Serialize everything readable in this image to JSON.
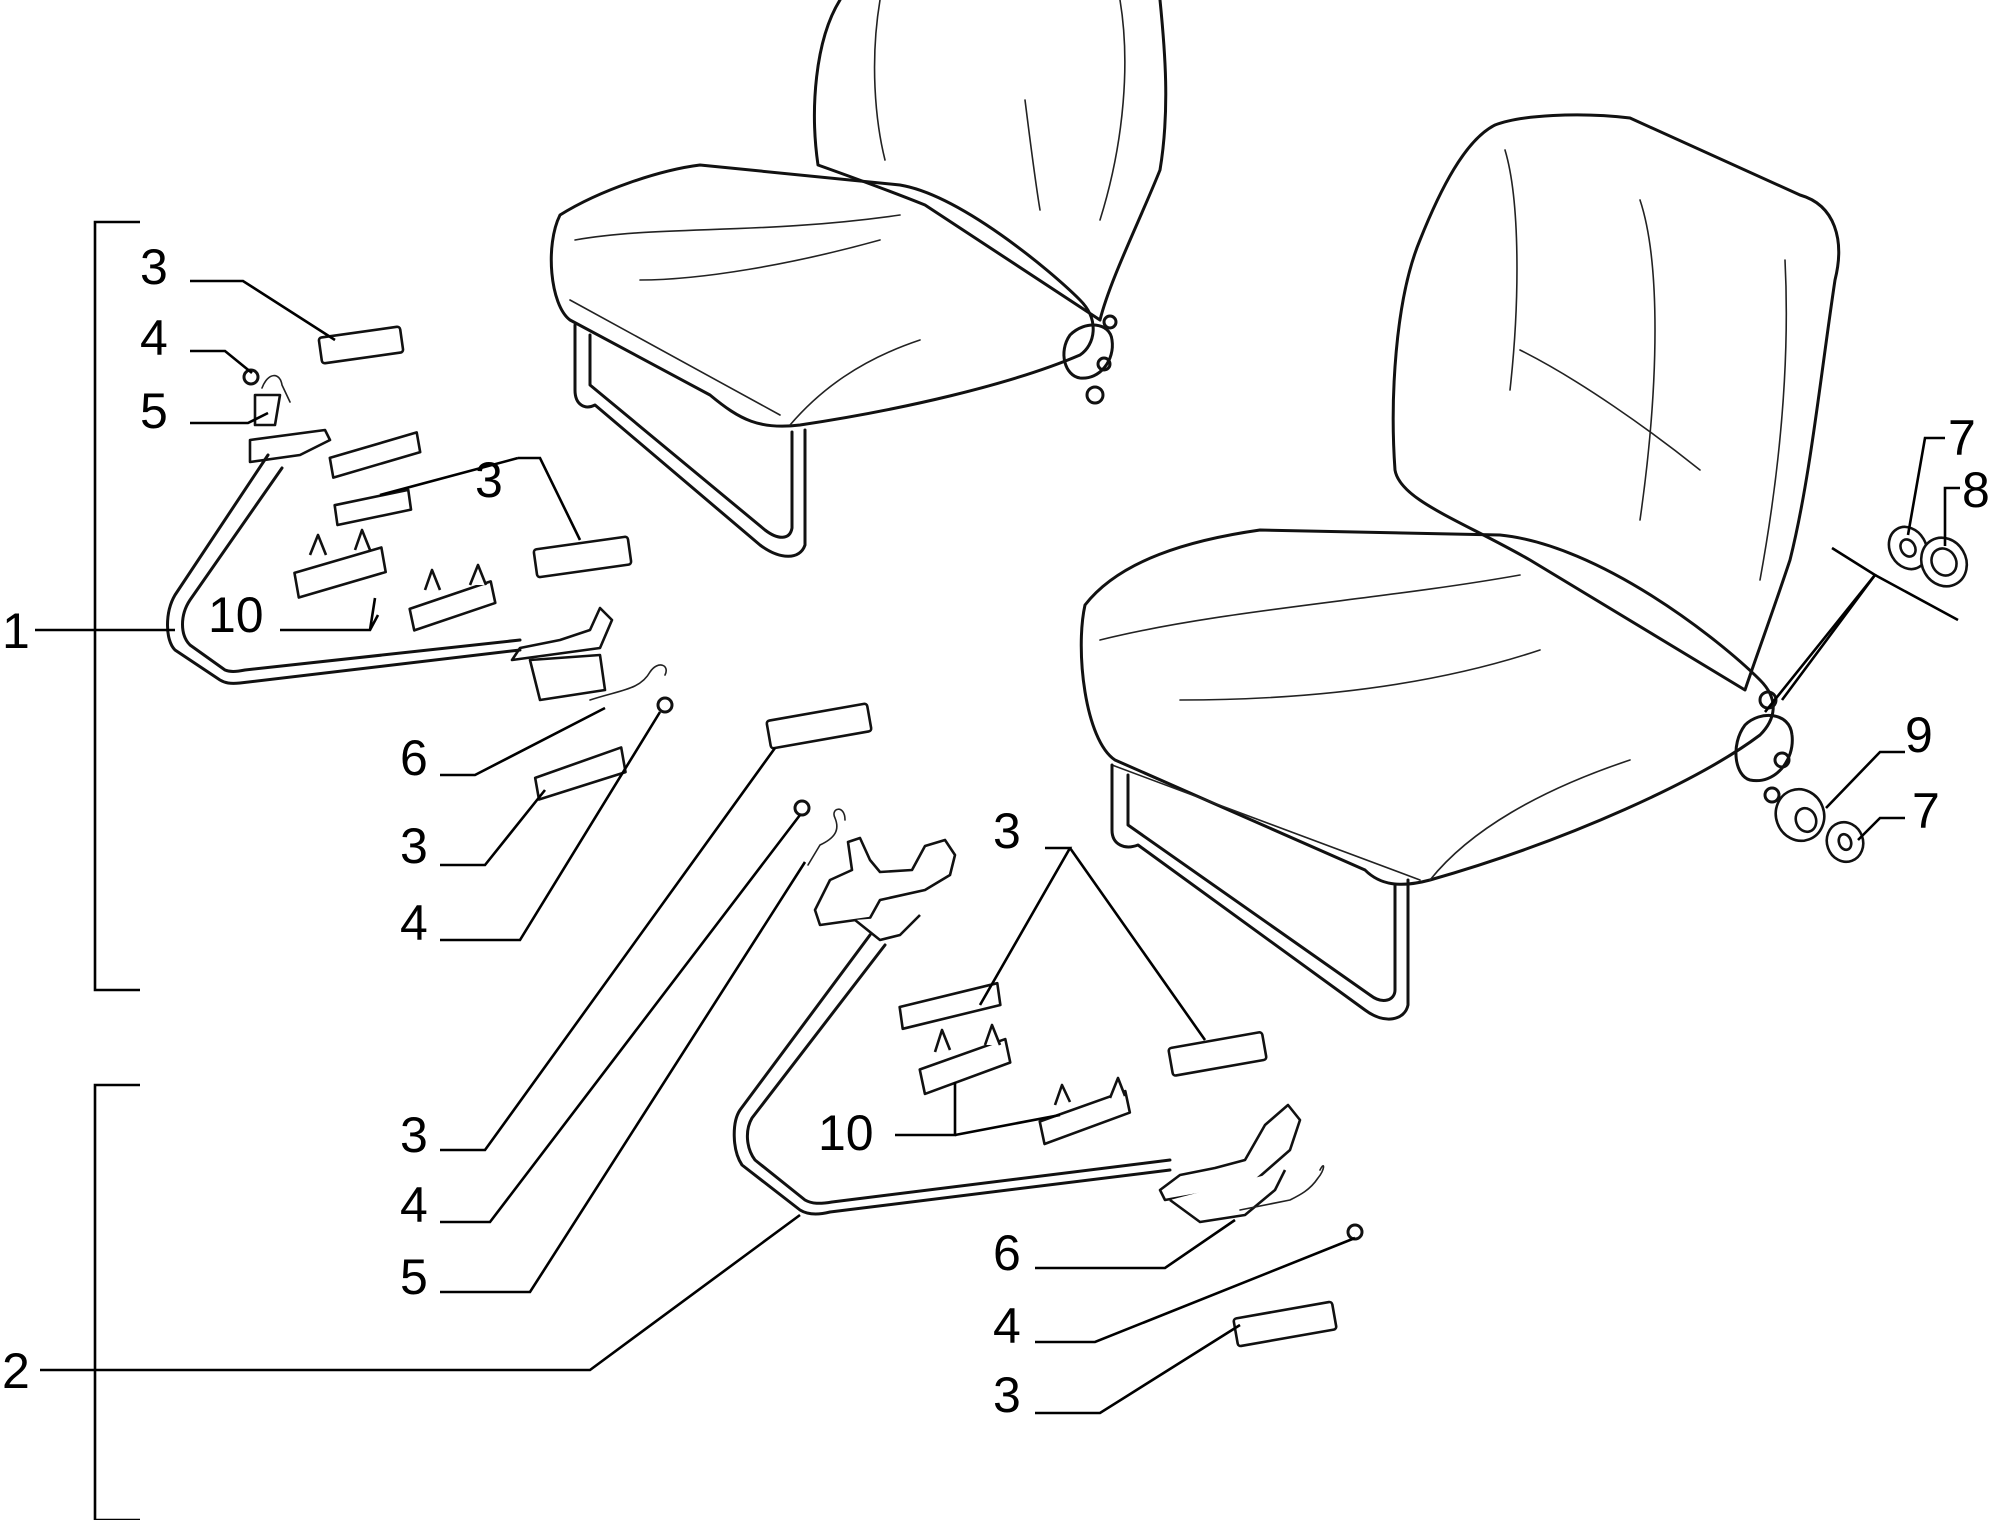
{
  "callouts": {
    "c1": "1",
    "c2": "2",
    "tl_3_top": "3",
    "tl_4_top": "4",
    "tl_5_top": "5",
    "tl_3_mid": "3",
    "tl_10": "10",
    "tl_6": "6",
    "tl_3_low": "3",
    "tl_4_low": "4",
    "bl_3": "3",
    "bl_4": "4",
    "bl_5": "5",
    "br_3_top": "3",
    "br_10": "10",
    "br_6": "6",
    "br_4": "4",
    "br_3_bottom": "3",
    "r_7_top": "7",
    "r_8": "8",
    "r_9": "9",
    "r_7_bottom": "7"
  }
}
